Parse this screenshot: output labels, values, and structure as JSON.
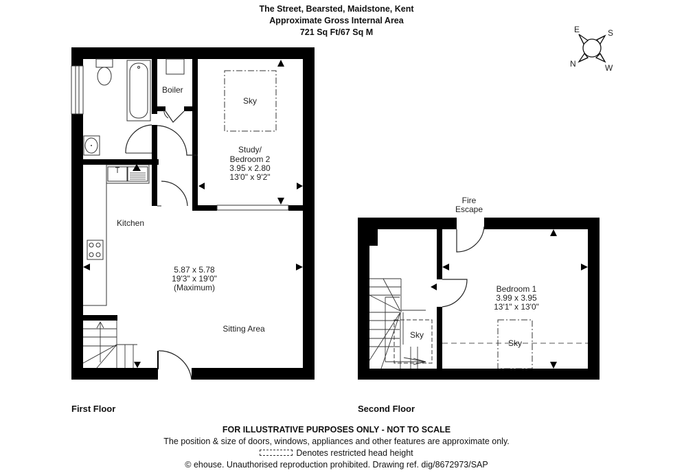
{
  "header": {
    "address": "The Street, Bearsted, Maidstone, Kent",
    "area_title": "Approximate Gross Internal Area",
    "area_value": "721 Sq Ft/67 Sq M"
  },
  "compass": {
    "labels": {
      "top_left": "E",
      "top_right": "S",
      "bottom_left": "N",
      "bottom_right": "W"
    }
  },
  "first_floor": {
    "title": "First Floor",
    "rooms": {
      "boiler": {
        "name": "Boiler"
      },
      "study": {
        "name_line1": "Study/",
        "name_line2": "Bedroom 2",
        "metric": "3.95 x 2.80",
        "imperial": "13'0\" x 9'2\"",
        "skylight": "Sky"
      },
      "kitchen": {
        "name": "Kitchen"
      },
      "main": {
        "metric": "5.87 x 5.78",
        "imperial": "19'3\" x 19'0\"",
        "note": "(Maximum)"
      },
      "sitting": {
        "name": "Sitting Area"
      }
    }
  },
  "second_floor": {
    "title": "Second Floor",
    "fire_escape_line1": "Fire",
    "fire_escape_line2": "Escape",
    "rooms": {
      "bedroom1": {
        "name": "Bedroom 1",
        "metric": "3.99 x 3.95",
        "imperial": "13'1\" x 13'0\"",
        "skylight": "Sky"
      },
      "stair_sky": {
        "skylight": "Sky"
      }
    }
  },
  "footer": {
    "disclaimer": "FOR ILLUSTRATIVE PURPOSES ONLY - NOT TO SCALE",
    "note": "The position & size of doors, windows, appliances and other features are approximate only.",
    "legend": "Denotes restricted head height",
    "copyright": "© ehouse. Unauthorised reproduction prohibited. Drawing ref. dig/8672973/SAP"
  }
}
